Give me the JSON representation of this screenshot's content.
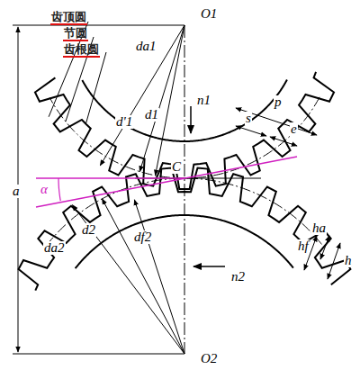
{
  "diagram": {
    "labels": [
      "齿顶圆",
      "节圆",
      "齿根圆",
      "O1",
      "O2",
      "a",
      "α",
      "da1",
      "d'1",
      "d1",
      "n1",
      "p",
      "s",
      "e",
      "C",
      "hf",
      "ha",
      "h",
      "d2",
      "da2",
      "df2",
      "n2"
    ]
  }
}
